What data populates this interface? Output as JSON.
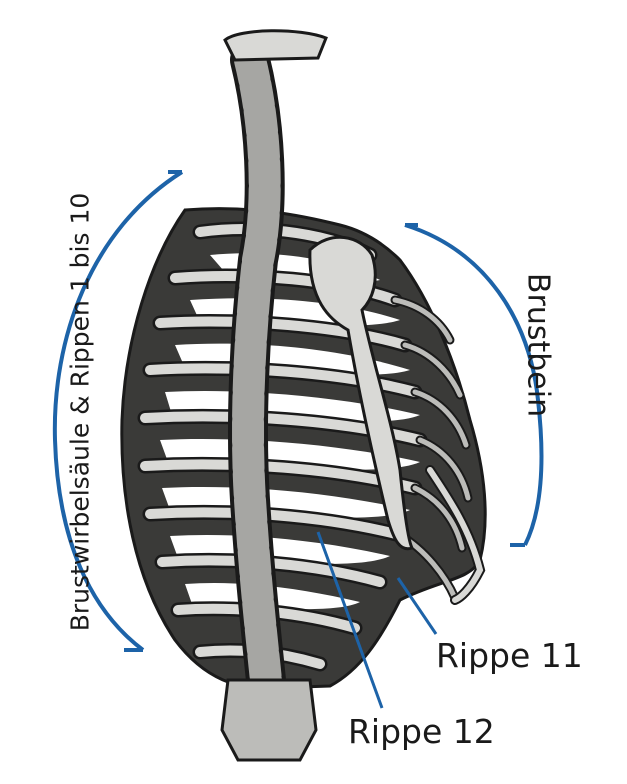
{
  "labels": {
    "sternum": "Brustbein",
    "spine_ribs_1_10": "Brustwirbelsäule & Rippen 1 bis 10",
    "rib_11": "Rippe 11",
    "rib_12": "Rippe 12"
  },
  "colors": {
    "bracket": "#1d63a8",
    "bone_light": "#d9d9d6",
    "bone_mid": "#a6a6a3",
    "bone_dark": "#5e5e5c",
    "outline": "#1a1a1a"
  }
}
